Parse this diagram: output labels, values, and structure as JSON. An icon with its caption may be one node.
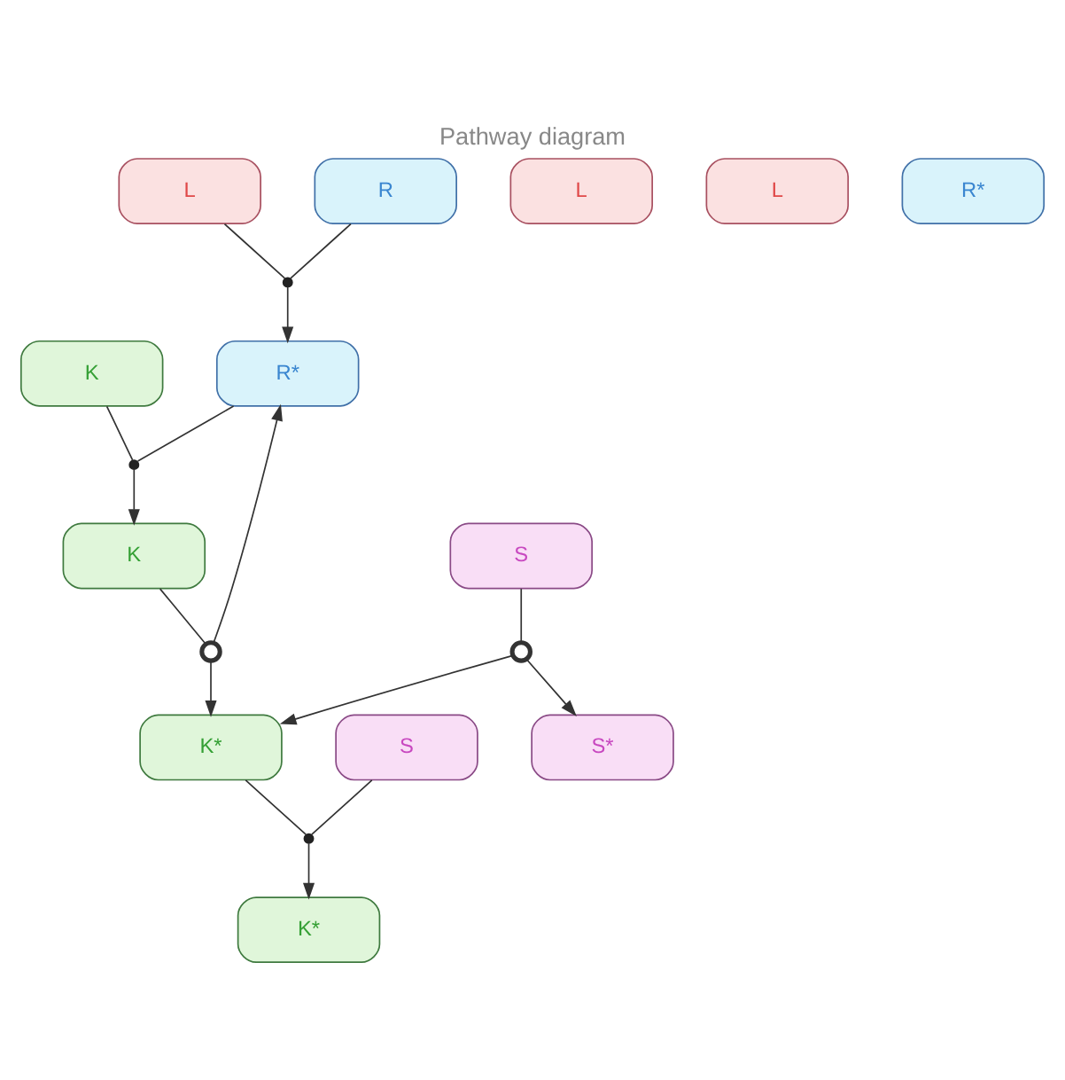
{
  "diagram": {
    "title": "Pathway diagram",
    "nodes": [
      {
        "text": [
          "L"
        ]
      },
      {
        "text": [
          "R"
        ]
      },
      {
        "text": [],
        "shape": "circle"
      },
      {
        "text": [
          "L"
        ]
      },
      {
        "text": [
          "R*"
        ]
      },
      {
        "text": [
          "L"
        ]
      },
      {
        "text": [
          "R*"
        ]
      },
      {
        "text": [
          "K"
        ]
      },
      {
        "text": [],
        "shape": "circle"
      },
      {
        "text": [],
        "shape": "circle"
      },
      {
        "text": [
          "K"
        ]
      },
      {
        "text": [
          "S"
        ]
      },
      {
        "text": [
          "K*"
        ]
      },
      {
        "text": [],
        "shape": "circle"
      },
      {
        "text": [
          "K*"
        ]
      },
      {
        "text": [
          "S"
        ]
      },
      {
        "text": [],
        "shape": "circle"
      },
      {
        "text": [
          "S*"
        ]
      }
    ],
    "edges": [
      {
        "from": 0,
        "to": 2,
        "arrow": "none"
      },
      {
        "from": 1,
        "to": 2,
        "arrow": "none"
      },
      {
        "from": 2,
        "to": 4,
        "arrow": "to"
      },
      {
        "from": 4,
        "to": 9,
        "arrow": "none"
      },
      {
        "from": 10,
        "to": 9,
        "arrow": "none"
      },
      {
        "from": 9,
        "to": 7,
        "arrow": "to"
      },
      {
        "from": 7,
        "to": 8,
        "arrow": "none"
      },
      {
        "from": 8,
        "to": 4,
        "arrow": "to"
      },
      {
        "from": 8,
        "to": 12,
        "arrow": "to"
      },
      {
        "from": 11,
        "to": 13,
        "arrow": "none"
      },
      {
        "from": 12,
        "to": 13,
        "arrow": "none"
      },
      {
        "from": 13,
        "to": 14,
        "arrow": "to"
      },
      {
        "from": 15,
        "to": 16,
        "arrow": "none"
      },
      {
        "from": 16,
        "to": 12,
        "arrow": "to"
      },
      {
        "from": 16,
        "to": 17,
        "arrow": "to"
      }
    ]
  }
}
